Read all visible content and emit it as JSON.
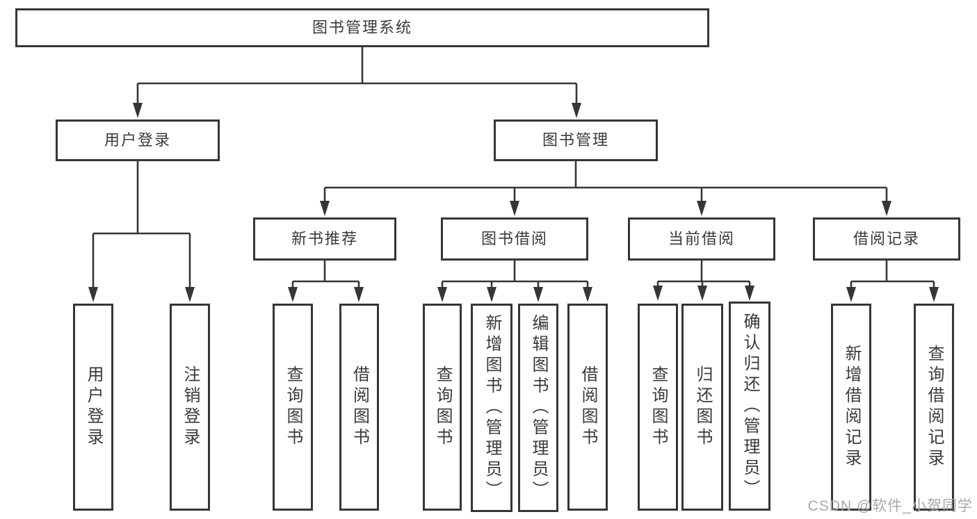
{
  "root": {
    "label": "图书管理系统"
  },
  "level2": {
    "user_login": {
      "label": "用户登录"
    },
    "book_mgmt": {
      "label": "图书管理"
    }
  },
  "level3": {
    "new_books": {
      "label": "新书推荐"
    },
    "borrowing": {
      "label": "图书借阅"
    },
    "current": {
      "label": "当前借阅"
    },
    "records": {
      "label": "借阅记录"
    }
  },
  "leaves": {
    "user_login": {
      "label": "用户登录"
    },
    "logout": {
      "label": "注销登录"
    },
    "nb_query": {
      "label": "查询图书"
    },
    "nb_borrow": {
      "label": "借阅图书"
    },
    "bb_query": {
      "label": "查询图书"
    },
    "bb_add": {
      "label": "新增图书（管理员）"
    },
    "bb_edit": {
      "label": "编辑图书（管理员）"
    },
    "bb_borrow": {
      "label": "借阅图书"
    },
    "cb_query": {
      "label": "查询图书"
    },
    "cb_return": {
      "label": "归还图书"
    },
    "cb_confirm": {
      "label": "确认归还（管理员）"
    },
    "rec_add": {
      "label": "新增借阅记录"
    },
    "rec_query": {
      "label": "查询借阅记录"
    }
  },
  "watermark": {
    "text": "CSDN @软件_小贺同学"
  },
  "colors": {
    "line": "#363636",
    "text": "#3a3a3a",
    "watermark": "#a8a8a8",
    "background": "#ffffff"
  }
}
